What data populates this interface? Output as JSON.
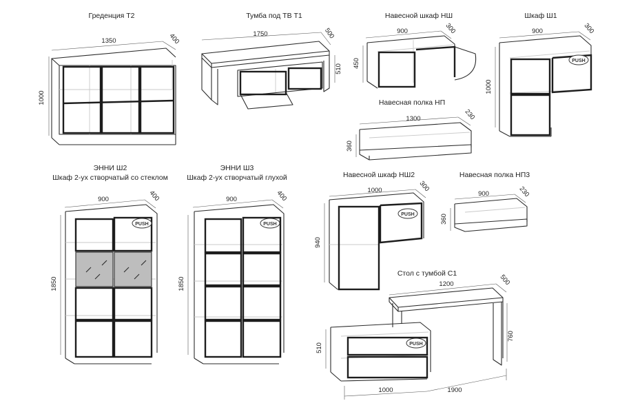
{
  "items": [
    {
      "title": [
        "Греденция Т2"
      ],
      "dims": [
        "1350",
        "400",
        "1000"
      ]
    },
    {
      "title": [
        "Тумба под ТВ Т1"
      ],
      "dims": [
        "1750",
        "500",
        "510"
      ]
    },
    {
      "title": [
        "Навесной шкаф НШ"
      ],
      "dims": [
        "900",
        "300",
        "450"
      ]
    },
    {
      "title": [
        "Шкаф Ш1"
      ],
      "dims": [
        "900",
        "300",
        "1000"
      ],
      "push": "PUSH"
    },
    {
      "title": [
        "Навесная полка НП"
      ],
      "dims": [
        "1300",
        "230",
        "360"
      ]
    },
    {
      "title": [
        "ЭННИ Ш2",
        "Шкаф 2-ух створчатый со стеклом"
      ],
      "dims": [
        "900",
        "400",
        "1850"
      ],
      "push": "PUSH"
    },
    {
      "title": [
        "ЭННИ Ш3",
        "Шкаф 2-ух створчатый глухой"
      ],
      "dims": [
        "900",
        "400",
        "1850"
      ],
      "push": "PUSH"
    },
    {
      "title": [
        "Навесной шкаф НШ2"
      ],
      "dims": [
        "1000",
        "300",
        "940"
      ],
      "push": "PUSH"
    },
    {
      "title": [
        "Навесная полка НП3"
      ],
      "dims": [
        "900",
        "230",
        "360"
      ]
    },
    {
      "title": [
        "Стол с тумбой С1"
      ],
      "dims": [
        "1200",
        "500",
        "760",
        "510",
        "1000",
        "1900"
      ],
      "push": "PUSH"
    }
  ]
}
